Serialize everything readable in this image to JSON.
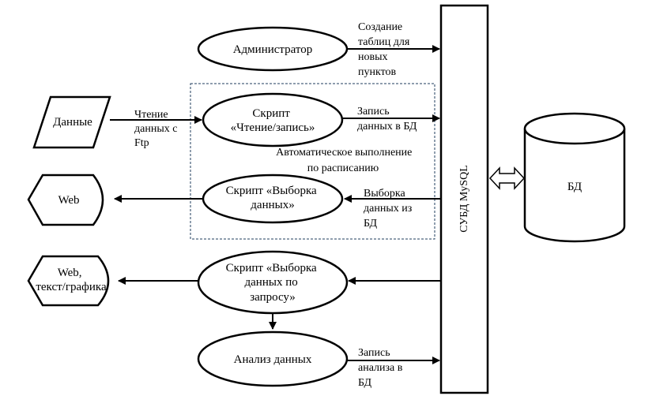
{
  "nodes": {
    "admin": "Администратор",
    "data_input": "Данные",
    "script_rw": [
      "Скрипт",
      "«Чтение/запись»"
    ],
    "script_select": [
      "Скрипт «Выборка",
      "данных»"
    ],
    "script_query": [
      "Скрипт «Выборка",
      "данных по",
      "запросу»"
    ],
    "analysis": "Анализ данных",
    "web_out": "Web",
    "web_text_out": [
      "Web,",
      "текст/графика"
    ],
    "dbms": "СУБД MySQL",
    "db": "БД"
  },
  "edges": {
    "admin_to_dbms": [
      "Создание",
      "таблиц для",
      "новых",
      "пунктов"
    ],
    "data_to_script": [
      "Чтение",
      "данных с",
      "Ftp"
    ],
    "rw_to_dbms": [
      "Запись",
      "данных в БД"
    ],
    "dbms_to_select": [
      "Выборка",
      "данных из",
      "БД"
    ],
    "analysis_to_dbms": [
      "Запись",
      "анализа в",
      "БД"
    ]
  },
  "group_label": [
    "Автоматическое выполнение",
    "по  расписанию"
  ]
}
